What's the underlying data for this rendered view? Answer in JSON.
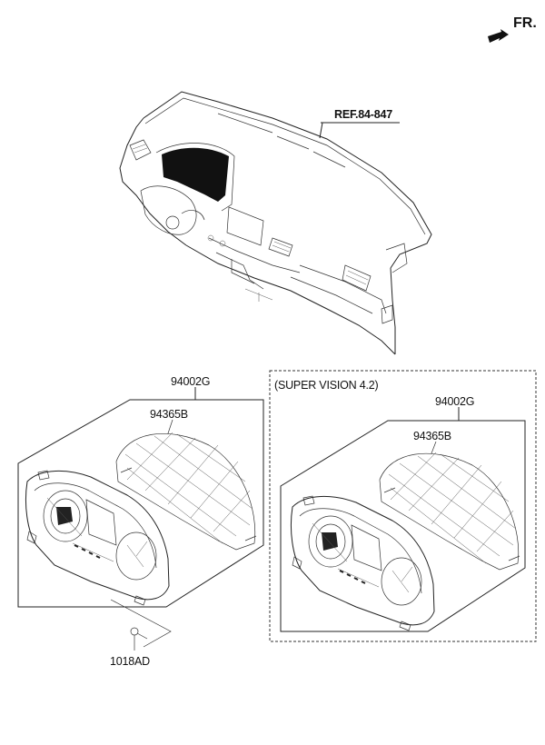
{
  "orientation": {
    "label": "FR.",
    "icon": "arrow-icon"
  },
  "reference": {
    "label": "REF.84-847"
  },
  "standard_assembly": {
    "assembly_part": "94002G",
    "sub_part": "94365B",
    "fastener": "1018AD"
  },
  "super_vision_assembly": {
    "title": "(SUPER VISION 4.2)",
    "assembly_part": "94002G",
    "sub_part": "94365B"
  }
}
